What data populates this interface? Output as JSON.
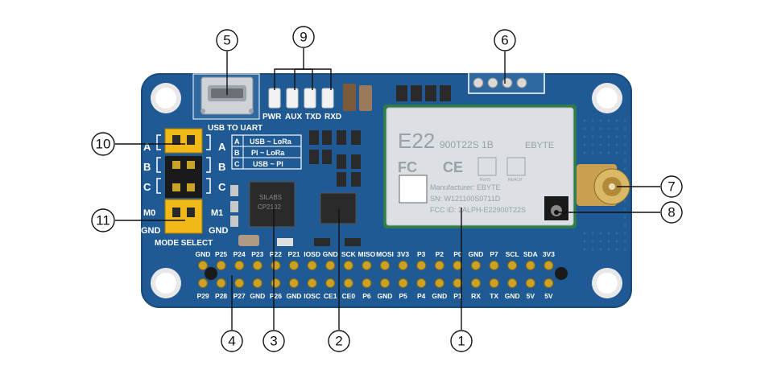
{
  "board": {
    "usb_label": "USB TO UART",
    "leds": [
      "PWR",
      "AUX",
      "TXD",
      "RXD"
    ],
    "mode_table": [
      {
        "key": "A",
        "desc": "USB ~ LoRa"
      },
      {
        "key": "B",
        "desc": "PI ~ LoRa"
      },
      {
        "key": "C",
        "desc": "USB ~ PI"
      }
    ],
    "jumper_rows_left": [
      "A",
      "B",
      "C"
    ],
    "jumper_rows_right": [
      "A",
      "B",
      "C"
    ],
    "m0": "M0",
    "m1": "M1",
    "gnd_left": "GND",
    "gnd_right": "GND",
    "mode_select": "MODE SELECT",
    "header_top": [
      "GND",
      "P25",
      "P24",
      "P23",
      "P22",
      "P21",
      "IOSD",
      "GND",
      "SCK",
      "MISO",
      "MOSI",
      "3V3",
      "P3",
      "P2",
      "P0",
      "GND",
      "P7",
      "SCL",
      "SDA",
      "3V3"
    ],
    "header_bottom": [
      "P29",
      "P28",
      "P27",
      "GND",
      "P26",
      "GND",
      "IOSC",
      "CE1",
      "CE0",
      "P6",
      "GND",
      "P5",
      "P4",
      "GND",
      "P1",
      "RX",
      "TX",
      "GND",
      "5V",
      "5V"
    ],
    "chip_text": [
      "SILABS",
      "CP2102"
    ]
  },
  "module": {
    "model": "E22",
    "model_sub": "900T22S 1B",
    "brand": "EBYTE",
    "manufacturer": "Manufacturer: EBYTE",
    "sn": "SN: W121100S0711D",
    "fcc": "FCC ID: 2ALPH-E22900T22S",
    "marks": [
      "FC",
      "CE"
    ],
    "badges": [
      "RoHS",
      "REACH"
    ]
  },
  "callouts": {
    "numbers": [
      "1",
      "2",
      "3",
      "4",
      "5",
      "6",
      "7",
      "8",
      "9",
      "10",
      "11"
    ]
  },
  "colors": {
    "pcb": "#1f5a94",
    "pcb_edge": "#174a7f",
    "silkscreen": "#ffffff",
    "header_pin": "#c9a227",
    "jumper": "#f0b818",
    "module_shield": "#dcdfe3",
    "sma_gold": "#c8a050"
  }
}
